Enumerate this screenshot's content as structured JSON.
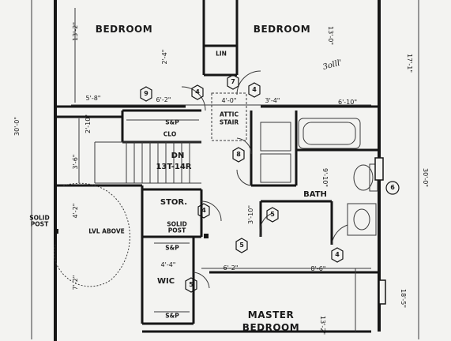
{
  "rooms": {
    "bedroom_left": "BEDROOM",
    "bedroom_right": "BEDROOM",
    "bath": "BATH",
    "stor": "STOR.",
    "wic": "WIC",
    "master_line1": "MASTER",
    "master_line2": "BEDROOM",
    "lin": "LIN",
    "attic_line1": "ATTIC",
    "attic_line2": "STAIR",
    "clo": "CLO",
    "shelf_label": "S&P",
    "dn_line1": "DN",
    "dn_line2": "13T-14R",
    "lvl_above": "LVL ABOVE",
    "solid_post": "SOLID POST"
  },
  "dimensions": {
    "d_13_2": "13'-2\"",
    "d_13_0": "13'-0\"",
    "d_2_4": "2'-4\"",
    "d_5_8": "5'-8\"",
    "d_6_2_top": "6'-2\"",
    "d_4_0": "4'-0\"",
    "d_3_4": "3'-4\"",
    "d_6_10": "6'-10\"",
    "d_17_1": "17'-1\"",
    "d_30_0_left": "30'-0\"",
    "d_30_0_right": "30'-0\"",
    "d_2_10": "2'-10\"",
    "d_3_6": "3'-6\"",
    "d_4_2": "4'-2\"",
    "d_7_2": "7'-2\"",
    "d_3_10": "3'-10\"",
    "d_9_10": "9'-10\"",
    "d_4_4": "4'-4\"",
    "d_6_2_lower": "6'-2\"",
    "d_8_6": "8'-6\"",
    "d_18_5": "18'-5\"",
    "d_13_2_master": "13'-2\""
  },
  "tags": {
    "t1": "9",
    "t2": "4",
    "t3": "7",
    "t4": "4",
    "t5": "8",
    "t6": "4",
    "t7": "5",
    "t8": "5",
    "t9": "5",
    "t10": "4",
    "t11": "6"
  },
  "handwritten_note": "3olll'"
}
